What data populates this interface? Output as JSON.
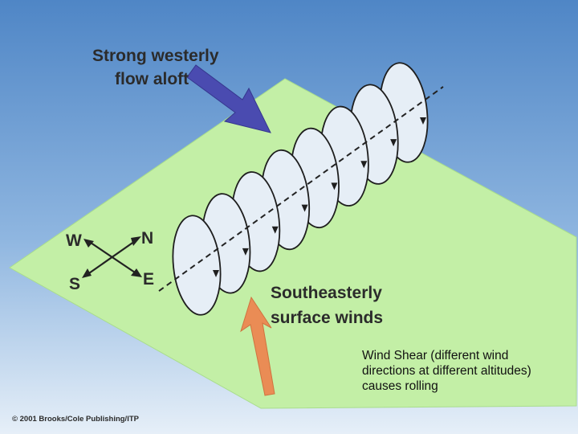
{
  "labels": {
    "aloft_line1": "Strong westerly",
    "aloft_line2": "flow aloft",
    "surface_line1": "Southeasterly",
    "surface_line2": "surface winds",
    "compass_w": "W",
    "compass_n": "N",
    "compass_s": "S",
    "compass_e": "E",
    "copyright": "© 2001 Brooks/Cole Publishing/ITP"
  },
  "caption": {
    "line1": "Wind Shear (different wind",
    "line2": "directions at different altitudes)",
    "line3": "causes rolling"
  },
  "colors": {
    "sky_top": "#4f86c6",
    "sky_bottom": "#dfeaf6",
    "ground": "#bff0a0",
    "aloft_arrow": "#4a4bb0",
    "surface_arrow": "#e88a55",
    "roll_fill": "#e6eef6"
  },
  "icons": [
    "roll-vortex",
    "compass-rose",
    "wind-arrow"
  ]
}
